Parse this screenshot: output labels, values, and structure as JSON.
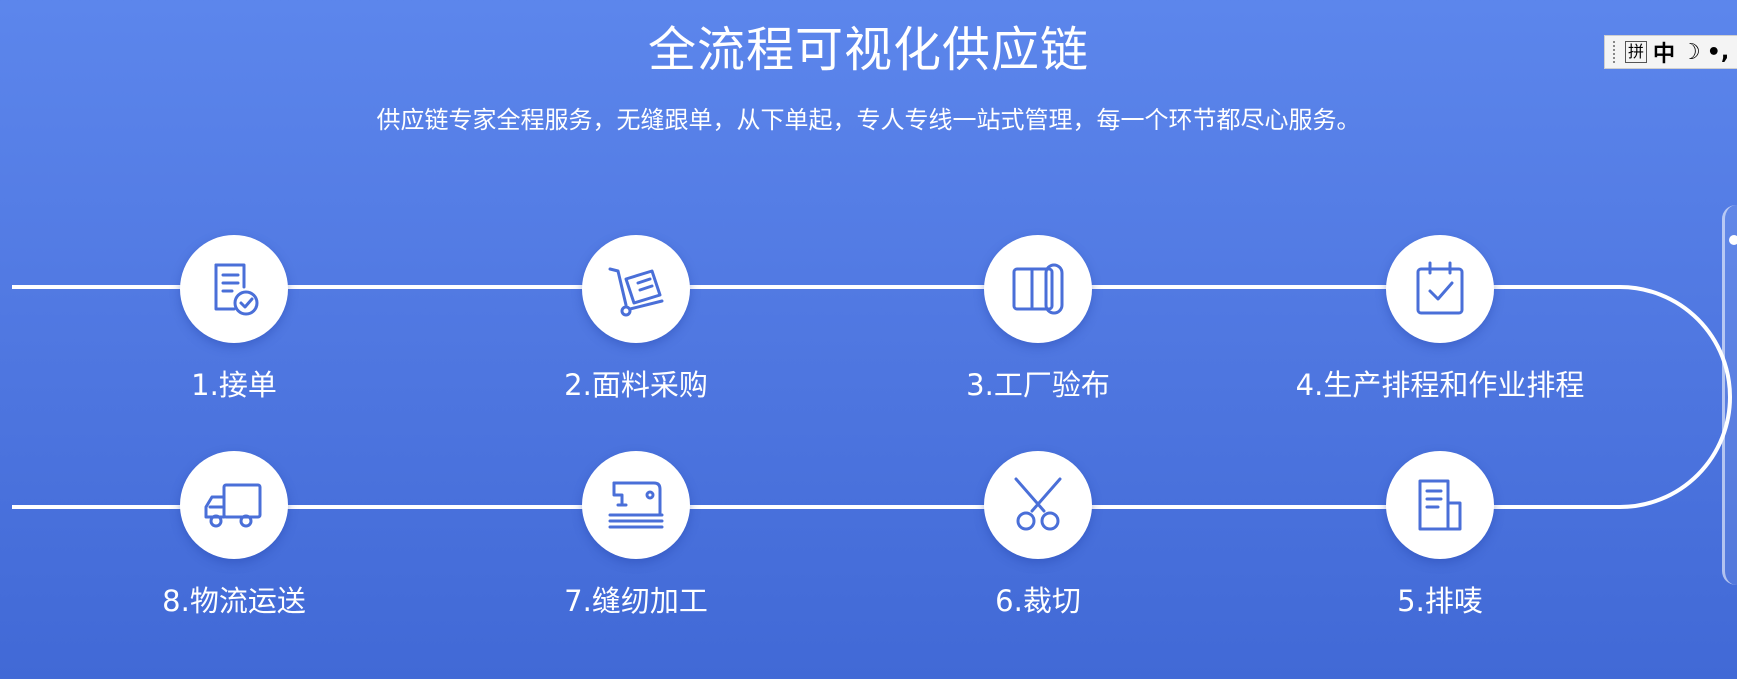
{
  "header": {
    "title": "全流程可视化供应链",
    "subtitle": "供应链专家全程服务，无缝跟单，从下单起，专人专线一站式管理，每一个环节都尽心服务。"
  },
  "ime_toolbar": {
    "pin_label": "拼",
    "mode_label": "中",
    "moon_glyph": "☽",
    "punct_glyph": "•,"
  },
  "colors": {
    "accent": "#4a6fd8",
    "background_top": "#5c86ec",
    "background_bottom": "#4169d6"
  },
  "steps": [
    {
      "label": "1.接单",
      "icon": "document-check-icon"
    },
    {
      "label": "2.面料采购",
      "icon": "shopping-cart-icon"
    },
    {
      "label": "3.工厂验布",
      "icon": "fabric-roll-icon"
    },
    {
      "label": "4.生产排程和作业排程",
      "icon": "clipboard-check-icon"
    },
    {
      "label": "5.排唛",
      "icon": "label-document-icon"
    },
    {
      "label": "6.裁切",
      "icon": "scissors-icon"
    },
    {
      "label": "7.缝纫加工",
      "icon": "sewing-machine-icon"
    },
    {
      "label": "8.物流运送",
      "icon": "delivery-truck-icon"
    }
  ]
}
